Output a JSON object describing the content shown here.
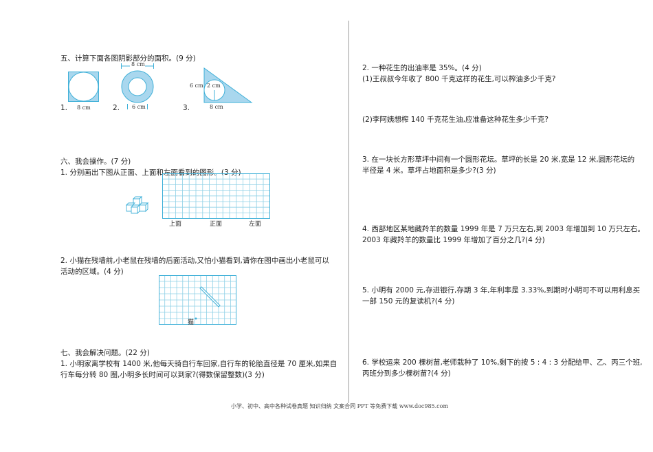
{
  "colors": {
    "figure_fill": "#a9d7ee",
    "figure_stroke": "#3fb0d8",
    "grid_line": "#8fd0e6",
    "grid_border": "#3fb0d8",
    "divider": "#9a9a9a"
  },
  "left_column": {
    "section5": {
      "title": "五、计算下面各图阴影部分的面积。(9 分)",
      "figures": [
        {
          "number": "1.",
          "label_bottom": "8 cm",
          "shape": "square-with-inscribed-circle"
        },
        {
          "number": "2.",
          "label_top": "8 cm",
          "label_bottom": "6 cm",
          "shape": "ring"
        },
        {
          "number": "3.",
          "label_left": "6 cm",
          "label_inner": "2 cm",
          "label_bottom": "8 cm",
          "shape": "right-triangle-with-circle"
        }
      ]
    },
    "section6": {
      "title": "六、我会操作。(7 分)",
      "q1": "1. 分别画出下图从正面、上面和左面看到的图形。(3 分)",
      "q1_grid_labels": [
        "上面",
        "正面",
        "左面"
      ],
      "q2_line1": "2. 小猫在残墙前,小老鼠在残墙的后面活动,又怕小猫看到,请你在图中画出小老鼠可以",
      "q2_line2": "活动的区域。(4 分)",
      "q2_cat_label": "猫"
    },
    "section7": {
      "title": "七、我会解决问题。(22 分)",
      "q1_line1": "1. 小明家离学校有 1400 米,他每天骑自行车回家,自行车的轮胎直径是 70 厘米,如果自",
      "q1_line2": "行车每分转 80 圈,小明多长时间可以到家?(得数保留整数)(3 分)"
    }
  },
  "right_column": {
    "q2": {
      "line1": "2. 一种花生的出油率是 35%。(4 分)",
      "sub1": "(1)王叔叔今年收了 800 千克这样的花生,可以榨油多少千克?",
      "sub2": "(2)李阿姨想榨 140 千克花生油,应准备这种花生多少千克?"
    },
    "q3": {
      "line1": "3. 在一块长方形草坪中间有一个圆形花坛。草坪的长是 20 米,宽是 12 米,圆形花坛的",
      "line2": "半径是 4 米。草坪占地面积是多少?(3 分)"
    },
    "q4": {
      "line1": "4. 西部地区某地藏羚羊的数量 1999 年是 7 万只左右,到 2003 年增加到 10 万只左右。",
      "line2": "2003 年藏羚羊的数量比 1999 年增加了百分之几?(4 分)"
    },
    "q5": {
      "line1": "5. 小明有 2000 元,存进银行,存期 3 年,年利率是 3.33%,到期时小明可不可以用利息买",
      "line2": "一部 150 元的复读机?(4 分)"
    },
    "q6": {
      "line1": "6. 学校运来 200 棵树苗,老师栽种了 10%,剩下的按 5 : 4 : 3 分配给甲、乙、丙三个班,",
      "line2": "丙班分到多少棵树苗?(4 分)"
    }
  },
  "footer": {
    "text": "小学、初中、高中各种试卷真题 知识归纳 文案合同 PPT 等免费下载   www.doc985.com"
  }
}
